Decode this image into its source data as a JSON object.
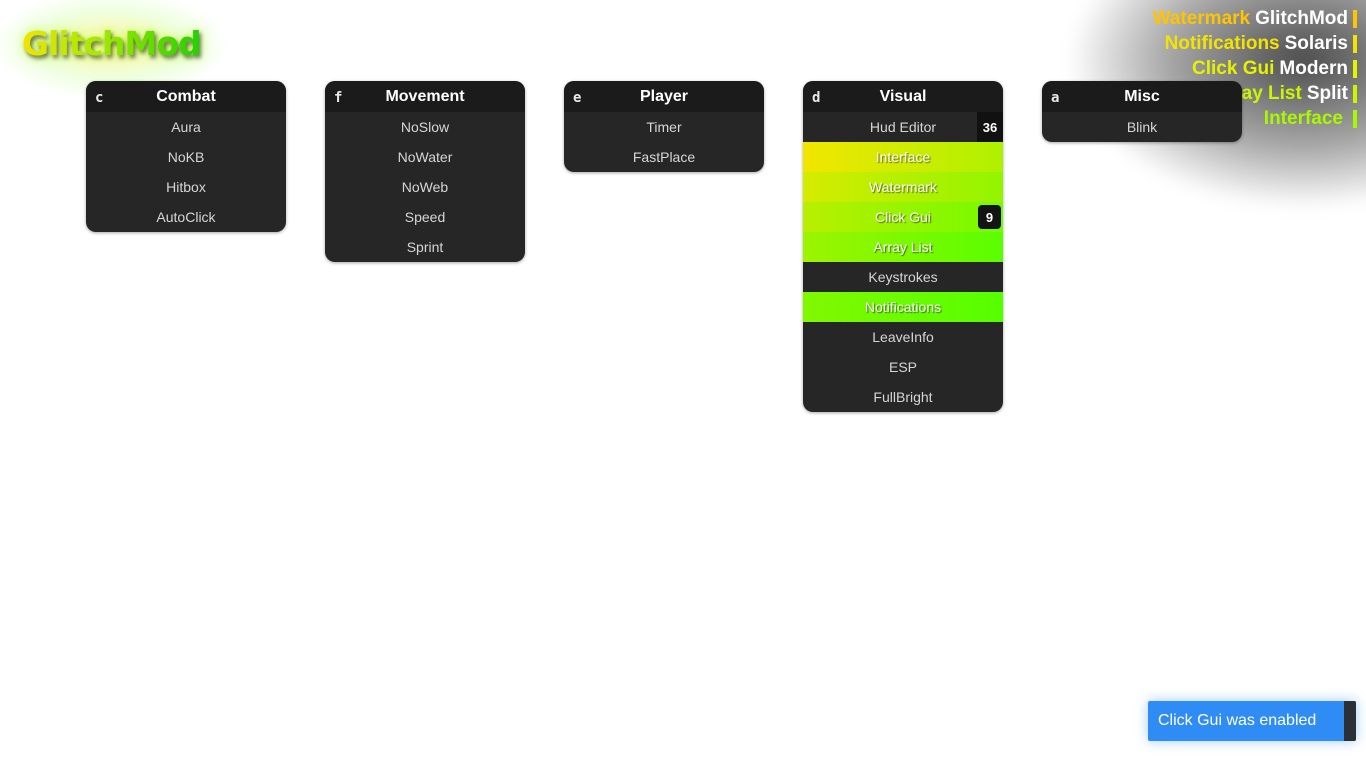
{
  "watermark": {
    "text": "GlitchMod"
  },
  "array_list": [
    {
      "name": "Watermark",
      "suffix": "GlitchMod",
      "color": "#ffc400"
    },
    {
      "name": "Notifications",
      "suffix": "Solaris",
      "color": "#f3e400"
    },
    {
      "name": "Click Gui",
      "suffix": "Modern",
      "color": "#e5f200"
    },
    {
      "name": "Array List",
      "suffix": "Split",
      "color": "#c9f600"
    },
    {
      "name": "Interface",
      "suffix": "",
      "color": "#a9f800"
    }
  ],
  "panels": [
    {
      "key": "c",
      "title": "Combat",
      "modules": [
        {
          "label": "Aura"
        },
        {
          "label": "NoKB"
        },
        {
          "label": "Hitbox"
        },
        {
          "label": "AutoClick"
        }
      ]
    },
    {
      "key": "f",
      "title": "Movement",
      "modules": [
        {
          "label": "NoSlow"
        },
        {
          "label": "NoWater"
        },
        {
          "label": "NoWeb"
        },
        {
          "label": "Speed"
        },
        {
          "label": "Sprint"
        }
      ]
    },
    {
      "key": "e",
      "title": "Player",
      "modules": [
        {
          "label": "Timer"
        },
        {
          "label": "FastPlace"
        }
      ]
    },
    {
      "key": "d",
      "title": "Visual",
      "modules": [
        {
          "label": "Hud Editor",
          "badge": "36"
        },
        {
          "label": "Interface",
          "enabled": true
        },
        {
          "label": "Watermark",
          "enabled": true
        },
        {
          "label": "Click Gui",
          "enabled": true,
          "badge": "9"
        },
        {
          "label": "Array List",
          "enabled": true
        },
        {
          "label": "Keystrokes"
        },
        {
          "label": "Notifications",
          "enabled": true
        },
        {
          "label": "LeaveInfo"
        },
        {
          "label": "ESP"
        },
        {
          "label": "FullBright"
        }
      ]
    },
    {
      "key": "a",
      "title": "Misc",
      "modules": [
        {
          "label": "Blink"
        }
      ]
    }
  ],
  "toast": {
    "message": "Click Gui was enabled"
  },
  "colors": {
    "panel_bg": "#262626",
    "header_bg": "#1b1b1b",
    "toast_bg": "#2f8cf5",
    "enabled_start": "#f2e600",
    "enabled_end": "#55ff00"
  }
}
